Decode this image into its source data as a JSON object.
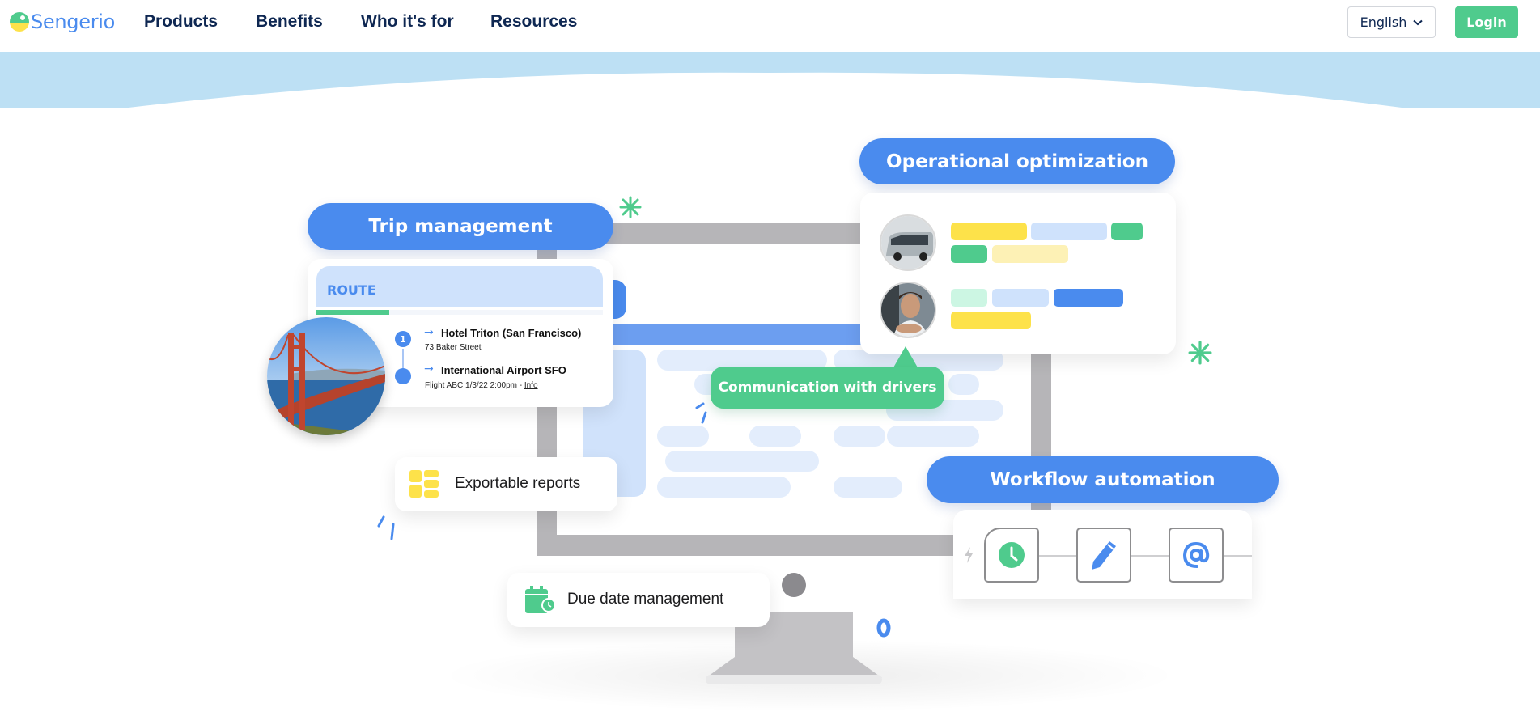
{
  "nav": {
    "logo_text": "Sengerio",
    "links": [
      "Products",
      "Benefits",
      "Who it's for",
      "Resources"
    ],
    "language": "English",
    "login_label": "Login"
  },
  "hero": {
    "trip_management": {
      "pill_label": "Trip management",
      "card_title": "ROUTE",
      "stops": [
        {
          "number": "1",
          "name": "Hotel Triton (San Francisco)",
          "detail": "73 Baker Street"
        },
        {
          "number": "",
          "name": "International Airport SFO",
          "detail": "Flight ABC 1/3/22 2:00pm - ",
          "link": "Info"
        }
      ]
    },
    "operational_optimization": {
      "pill_label": "Operational optimization"
    },
    "communication": {
      "pill_label": "Communication with drivers"
    },
    "workflow_automation": {
      "pill_label": "Workflow automation",
      "nodes": [
        "clock-icon",
        "pencil-icon",
        "at-sign-icon"
      ]
    },
    "exportable_reports": {
      "label": "Exportable reports"
    },
    "due_date": {
      "label": "Due date management"
    }
  },
  "colors": {
    "brand_blue": "#4a8bee",
    "brand_green": "#4fcb8d",
    "brand_yellow": "#fde24a",
    "band_blue": "#bde0f4",
    "nav_text": "#0e2752"
  }
}
